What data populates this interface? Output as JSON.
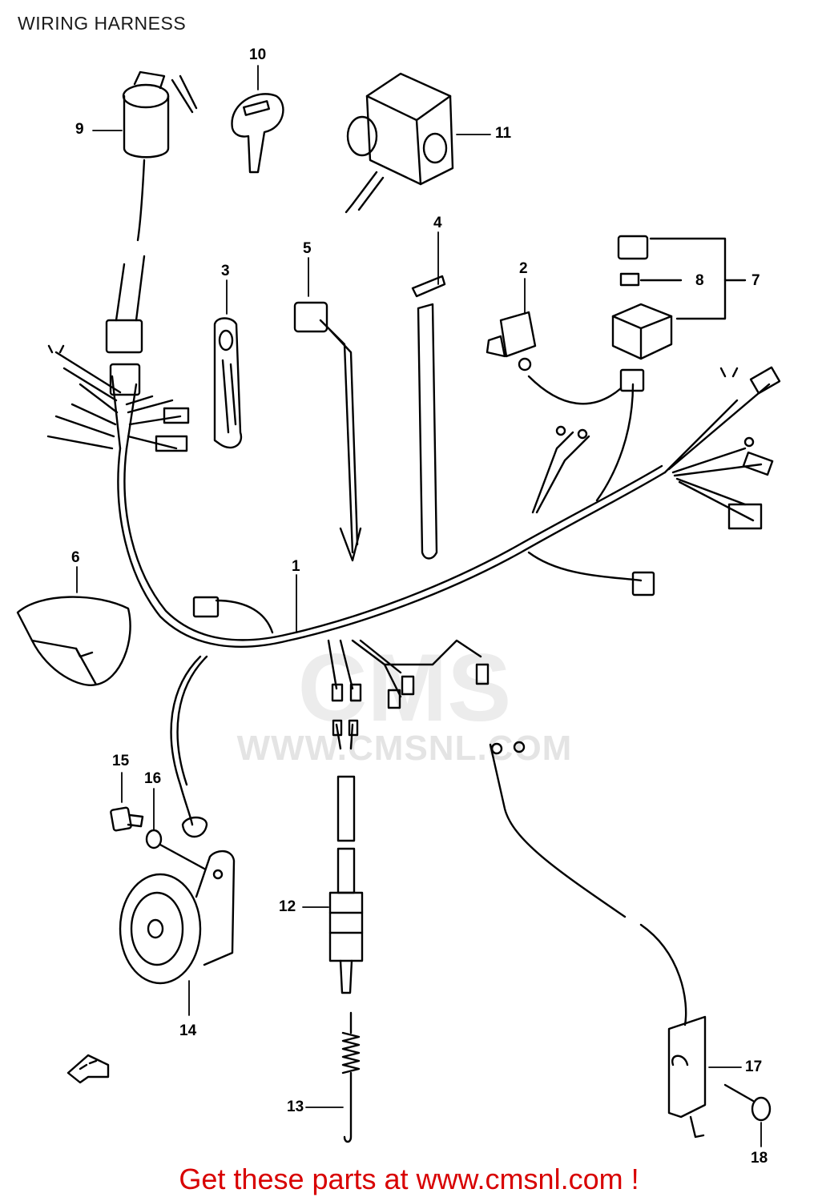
{
  "page": {
    "title": "WIRING HARNESS"
  },
  "watermark": {
    "logo": "CMS",
    "url": "WWW.CMSNL.COM"
  },
  "footer": {
    "text": "Get these parts at www.cmsnl.com !"
  },
  "parts": [
    {
      "key": "p1",
      "label": "1"
    },
    {
      "key": "p2",
      "label": "2"
    },
    {
      "key": "p3",
      "label": "3"
    },
    {
      "key": "p4",
      "label": "4"
    },
    {
      "key": "p5",
      "label": "5"
    },
    {
      "key": "p6",
      "label": "6"
    },
    {
      "key": "p7",
      "label": "7"
    },
    {
      "key": "p8",
      "label": "8"
    },
    {
      "key": "p9",
      "label": "9"
    },
    {
      "key": "p10",
      "label": "10"
    },
    {
      "key": "p11",
      "label": "11"
    },
    {
      "key": "p12",
      "label": "12"
    },
    {
      "key": "p13",
      "label": "13"
    },
    {
      "key": "p14",
      "label": "14"
    },
    {
      "key": "p15",
      "label": "15"
    },
    {
      "key": "p16",
      "label": "16"
    },
    {
      "key": "p17",
      "label": "17"
    },
    {
      "key": "p18",
      "label": "18"
    }
  ],
  "colors": {
    "line": "#000000",
    "footer": "#d80000",
    "watermark": "#e4e4e4"
  }
}
